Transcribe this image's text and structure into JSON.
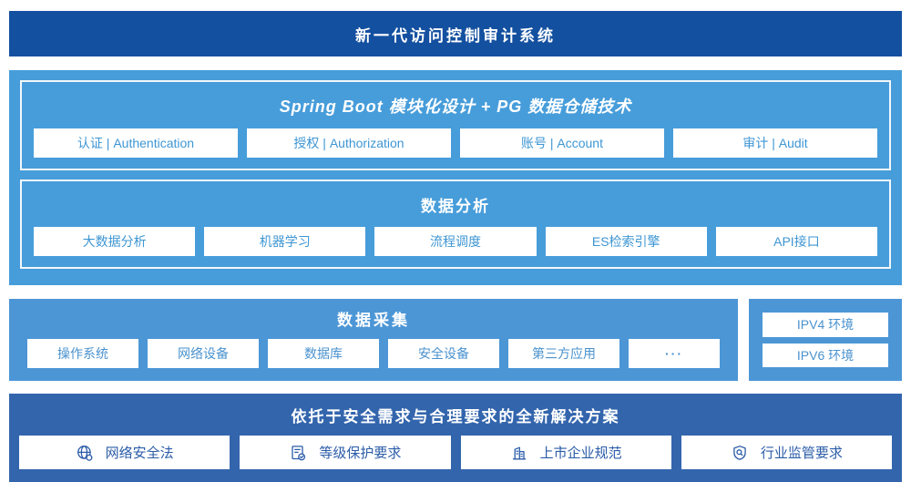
{
  "banner": {
    "title": "新一代访问控制审计系统"
  },
  "platform": {
    "modules_panel": {
      "title": "Spring Boot 模块化设计 + PG 数据仓储技术",
      "items": [
        "认证 | Authentication",
        "授权 | Authorization",
        "账号 | Account",
        "审计 | Audit"
      ]
    },
    "analysis_panel": {
      "title": "数据分析",
      "items": [
        "大数据分析",
        "机器学习",
        "流程调度",
        "ES检索引擎",
        "API接口"
      ]
    }
  },
  "collection": {
    "title": "数据采集",
    "items": [
      "操作系统",
      "网络设备",
      "数据库",
      "安全设备",
      "第三方应用",
      "···"
    ],
    "environments": [
      "IPV4 环境",
      "IPV6 环境"
    ]
  },
  "solution": {
    "title": "依托于安全需求与合理要求的全新解决方案",
    "items": [
      {
        "icon": "globe-icon",
        "label": "网络安全法"
      },
      {
        "icon": "document-check-icon",
        "label": "等级保护要求"
      },
      {
        "icon": "building-icon",
        "label": "上市企业规范"
      },
      {
        "icon": "shield-search-icon",
        "label": "行业监管要求"
      }
    ]
  },
  "colors": {
    "banner_bg": "#1450A0",
    "platform_bg": "#479DDA",
    "collection_bg": "#4C96D6",
    "solution_bg": "#3365AD",
    "light_box_text": "#3E96D3",
    "collect_box_text": "#4A92CE",
    "solution_box_text": "#2B5CA8"
  }
}
